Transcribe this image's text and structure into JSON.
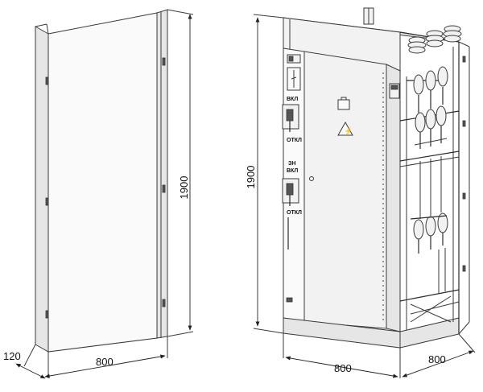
{
  "dimensions": {
    "left_depth": "120",
    "left_width": "800",
    "left_height": "1900",
    "right_height": "1900",
    "right_width": "800",
    "right_depth": "800"
  },
  "panel_labels": {
    "on_1": "ВКЛ",
    "off_1": "ОТКЛ",
    "zn": "ЗН",
    "on_2": "ВКЛ",
    "off_2": "ОТКЛ"
  }
}
